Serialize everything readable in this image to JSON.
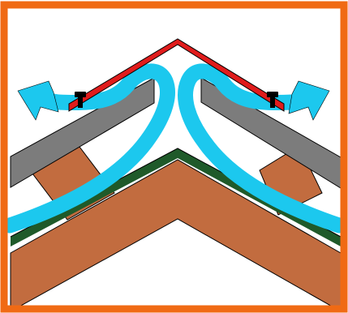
{
  "diagram": {
    "kind": "roof ridge ventilation cross-section",
    "components": [
      {
        "id": "orange-frame",
        "role": "frame border"
      },
      {
        "id": "ridge-cap",
        "role": "metal ridge cap"
      },
      {
        "id": "ridge-fasteners",
        "role": "screws fixing the ridge cap",
        "count": 2
      },
      {
        "id": "roof-panels",
        "role": "grey roof covering",
        "count": 2
      },
      {
        "id": "battens",
        "role": "wooden battens",
        "count": 2
      },
      {
        "id": "underlay",
        "role": "green underlay membrane"
      },
      {
        "id": "rafters",
        "role": "wooden rafters"
      },
      {
        "id": "airflow-arrows",
        "role": "ventilation airflow",
        "count": 2
      }
    ]
  },
  "colors": {
    "frame": "#f06a14",
    "ridge_cap": "#e01c1c",
    "roof_panel": "#7c7c7c",
    "timber": "#c26c3f",
    "underlay": "#1f5a2a",
    "airflow": "#1cc8ee",
    "outline": "#000000",
    "background": "#ffffff"
  }
}
